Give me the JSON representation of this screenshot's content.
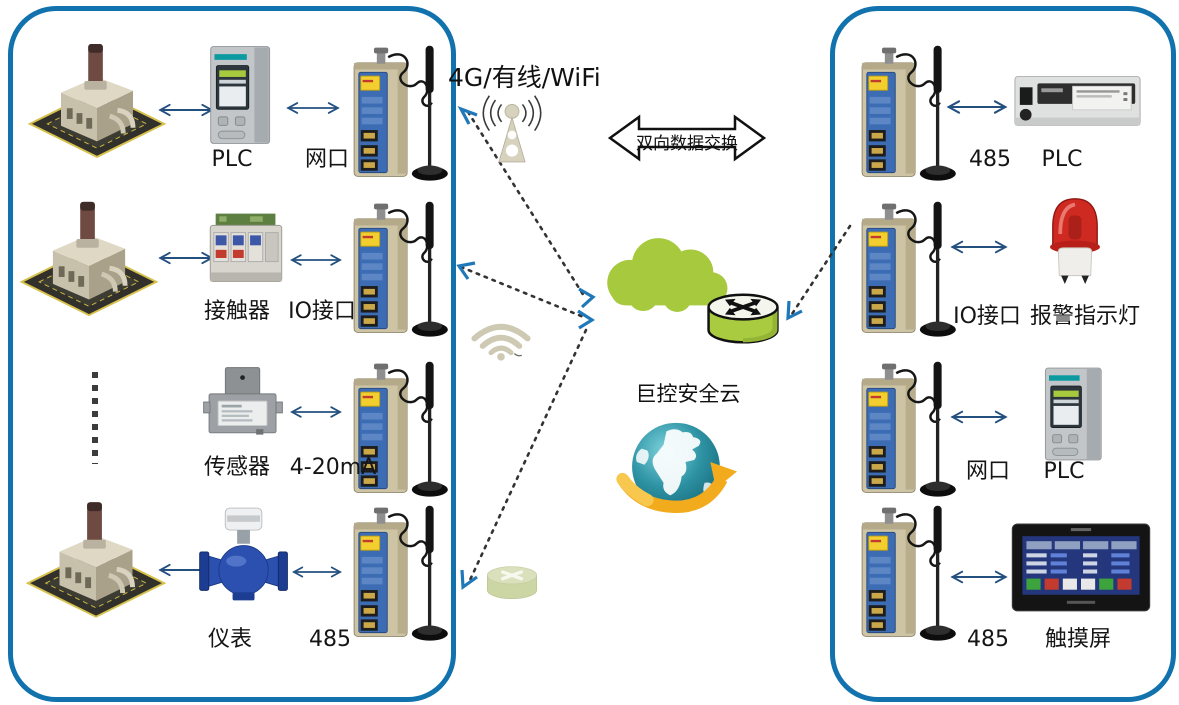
{
  "center": {
    "network_label": "4G/有线/WiFi",
    "exchange_label": "双向数据交换",
    "cloud_label": "巨控安全云"
  },
  "left_panel": {
    "rows": [
      {
        "label_a": "PLC",
        "label_b": "网口"
      },
      {
        "label_a": "接触器",
        "label_b": "IO接口"
      },
      {
        "label_a": "传感器",
        "label_b": "4-20mA"
      },
      {
        "label_a": "仪表",
        "label_b": "485"
      }
    ]
  },
  "right_panel": {
    "rows": [
      {
        "label_a": "485",
        "label_b": "PLC"
      },
      {
        "label_a": "IO接口",
        "label_b": "报警指示灯"
      },
      {
        "label_a": "网口",
        "label_b": "PLC"
      },
      {
        "label_a": "485",
        "label_b": "触摸屏"
      }
    ]
  },
  "icons": {
    "left": [
      "factory-icon",
      "plc-device-icon",
      "contactor-device-icon",
      "sensor-device-icon",
      "flowmeter-device-icon",
      "wireless-router-antenna-icon"
    ],
    "center": [
      "cell-tower-icon",
      "wifi-icon",
      "cloud-icon",
      "router-cylinder-icon",
      "globe-sync-icon",
      "bidirectional-arrow-icon"
    ],
    "right": [
      "wireless-router-antenna-icon",
      "plc-horizontal-icon",
      "alarm-beacon-icon",
      "plc-device-icon",
      "touchscreen-hmi-icon"
    ]
  },
  "colors": {
    "panel_border": "#1272ad",
    "cloud_green": "#a6c93e",
    "router_green": "#a8cb3f",
    "alarm_red": "#cf2a22",
    "modem_panel_blue": "#3c6cb4",
    "arrow_blue": "#24507f",
    "arrowhead_blue": "#1f78b8",
    "globe_teal": "#2e93a4",
    "globe_arrow_orange": "#f2ab1c"
  }
}
